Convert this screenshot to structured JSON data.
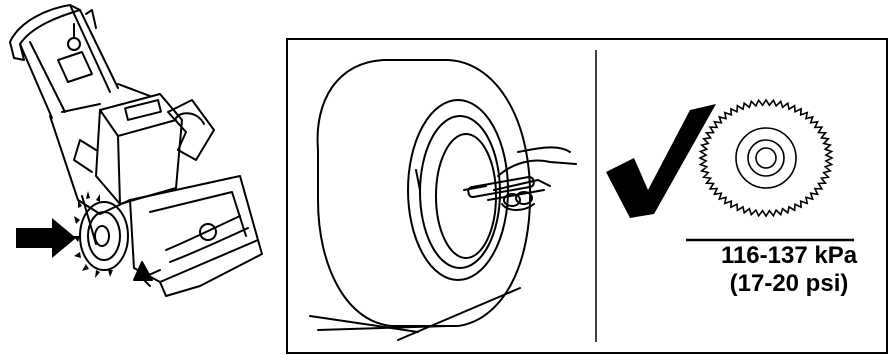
{
  "pressure": {
    "kpa_label": "116-137 kPa",
    "psi_label": "(17-20 psi)"
  },
  "icons": {
    "arrow": "arrow-right-icon",
    "check": "checkmark-icon",
    "snowblower": "snowblower-illustration",
    "tire": "tire-gauge-illustration",
    "tread": "tire-tread-icon"
  },
  "colors": {
    "ink": "#000000",
    "background": "#ffffff"
  }
}
